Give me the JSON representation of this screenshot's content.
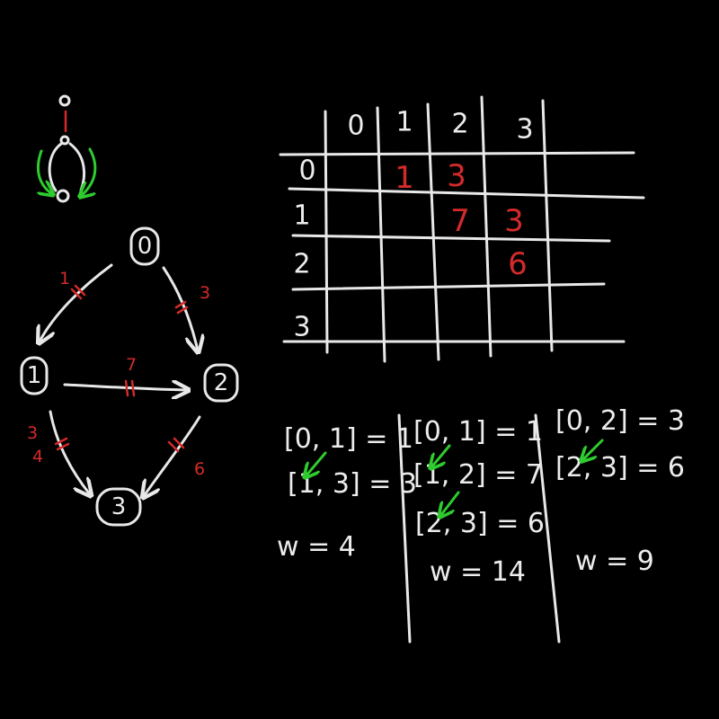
{
  "colors": {
    "background": "#000000",
    "ink": "#e8e8e8",
    "weight": "#d42a2a",
    "arrow": "#2ecc2e"
  },
  "graph": {
    "nodes": [
      "0",
      "1",
      "2",
      "3"
    ],
    "edges": [
      {
        "from": "0",
        "to": "1",
        "weight": "1"
      },
      {
        "from": "0",
        "to": "2",
        "weight": "3"
      },
      {
        "from": "1",
        "to": "2",
        "weight": "7"
      },
      {
        "from": "1",
        "to": "3",
        "weight": "3"
      },
      {
        "from": "2",
        "to": "3",
        "weight": "6"
      }
    ],
    "edge_1_3_correction": "4"
  },
  "matrix": {
    "col_headers": [
      "0",
      "1",
      "2",
      "3"
    ],
    "row_headers": [
      "0",
      "1",
      "2",
      "3"
    ],
    "cells": [
      {
        "row": "0",
        "col": "1",
        "value": "1"
      },
      {
        "row": "0",
        "col": "2",
        "value": "3"
      },
      {
        "row": "1",
        "col": "2",
        "value": "7"
      },
      {
        "row": "1",
        "col": "3",
        "value": "3"
      },
      {
        "row": "2",
        "col": "3",
        "value": "6"
      }
    ]
  },
  "paths": [
    {
      "steps": [
        "[0, 1] = 1",
        "[1, 3] = 3"
      ],
      "total": "w = 4"
    },
    {
      "steps": [
        "[0, 1] = 1",
        "[1, 2] = 7",
        "[2, 3] = 6"
      ],
      "total": "w = 14"
    },
    {
      "steps": [
        "[0, 2] = 3",
        "[2, 3] = 6"
      ],
      "total": "w = 9"
    }
  ]
}
